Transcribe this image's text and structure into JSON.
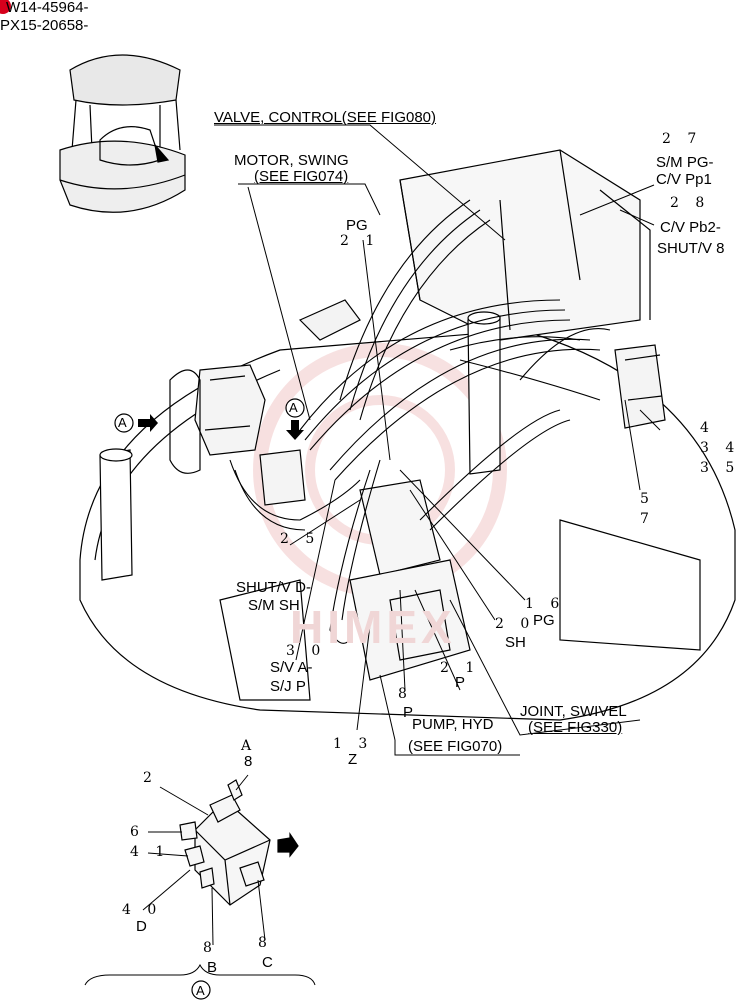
{
  "header": {
    "serial_1": "W14-45964-",
    "serial_2": "PX15-20658-"
  },
  "callouts": {
    "valve_control": "VALVE, CONTROL(SEE FIG080)",
    "motor_swing_1": "MOTOR, SWING",
    "motor_swing_2": "(SEE FIG074)",
    "pg_top": "PG",
    "n21_top": "2 1",
    "n27": "2 7",
    "sm_pg": "S/M PG-",
    "cv_pp1": "C/V Pp1",
    "n28": "2 8",
    "cv_pb2": "C/V Pb2-",
    "shutv8": "SHUT/V 8",
    "n4": "4",
    "n34": "3 4",
    "n35": "3 5",
    "n5": "5",
    "n7": "7",
    "n25": "2 5",
    "shutv_d": "SHUT/V D-",
    "sm_sh": "S/M SH",
    "n30": "3 0",
    "sv_a": "S/V A-",
    "sj_p": "S/J P",
    "n16": "1 6",
    "pg_right": "PG",
    "n20": "2 0",
    "sh": "SH",
    "n21_mid": "2 1",
    "p_mid": "P",
    "n8_mid": "8",
    "p_low": "P",
    "pump_hyd": "PUMP, HYD",
    "see_fig070": "(SEE FIG070)",
    "joint_swivel": "JOINT, SWIVEL",
    "see_fig330": "(SEE FIG330)",
    "n13": "1 3",
    "z": "Z",
    "view_a_left": "A",
    "view_a_center": "A",
    "watermark": "HIMEX"
  },
  "detail": {
    "a_top": "A",
    "n8_top": "8",
    "n2": "2",
    "n6": "6",
    "n41": "4 1",
    "n40": "4 0",
    "d": "D",
    "n8_b": "8",
    "b": "B",
    "n8_c": "8",
    "c": "C",
    "view_a_bottom": "A"
  },
  "colors": {
    "line": "#000000",
    "watermark": "#f0d6d6",
    "serial_dot": "#d6001c"
  }
}
